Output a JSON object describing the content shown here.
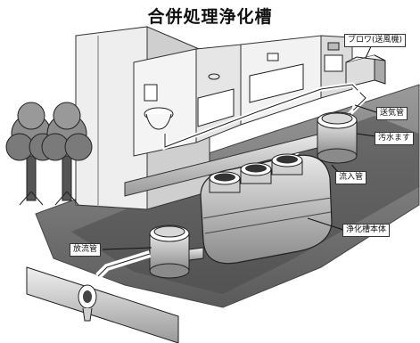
{
  "title": "合併処理浄化槽",
  "labels": {
    "blower": "ブロワ(送風機)",
    "air_pipe": "送気管",
    "inlet_pipe": "流入管",
    "sewage": "汚水ます",
    "tank_body": "浄化槽本体",
    "outlet_pipe": "放流管"
  }
}
